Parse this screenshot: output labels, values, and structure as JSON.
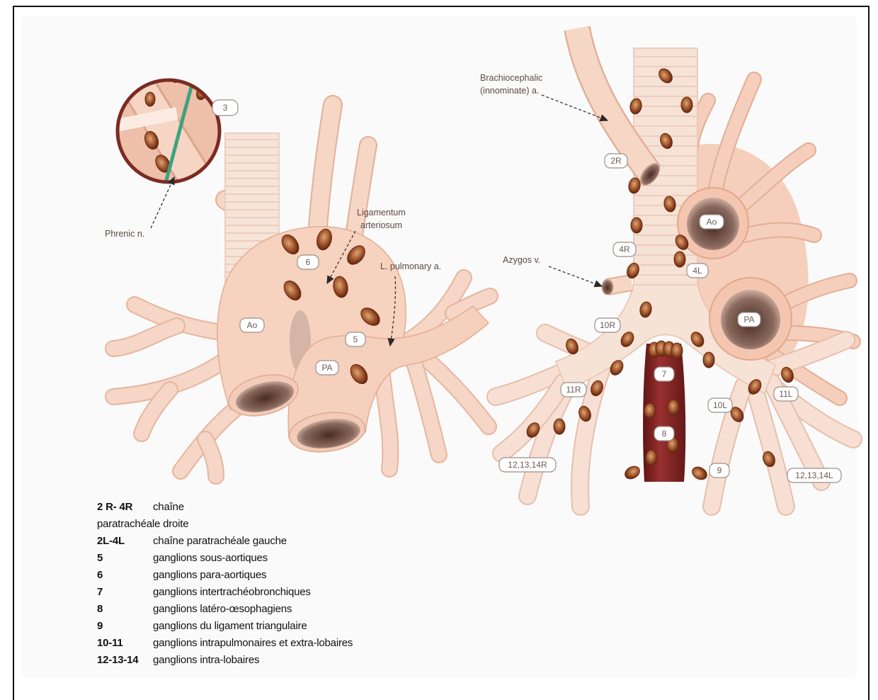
{
  "left_diagram": {
    "inset_station": "3",
    "phrenic_label": "Phrenic n.",
    "ligamentum_label": {
      "line1": "Ligamentum",
      "line2": "arteriosum"
    },
    "pulmonary_label": "L. pulmonary a.",
    "stations": {
      "s6": "6",
      "ao": "Ao",
      "s5": "5",
      "pa": "PA"
    }
  },
  "right_diagram": {
    "brachiocephalic_label": {
      "line1": "Brachiocephalic",
      "line2": "(innominate) a."
    },
    "azygos_label": "Azygos v.",
    "stations": {
      "s2r": "2R",
      "ao": "Ao",
      "s4r": "4R",
      "s4l": "4L",
      "pa": "PA",
      "s10r": "10R",
      "s7": "7",
      "s11r": "11R",
      "s10l": "10L",
      "s11l": "11L",
      "s8": "8",
      "s9": "9",
      "s12_14r": "12,13,14R",
      "s12_14l": "12,13,14L"
    }
  },
  "legend": [
    {
      "code": "2 R- 4R",
      "text": "chaîne"
    },
    {
      "text": "paratrachéale droite"
    },
    {
      "code": "2L-4L",
      "text": "chaîne paratrachéale gauche"
    },
    {
      "code": "5",
      "text": "ganglions sous-aortiques"
    },
    {
      "code": "6",
      "text": "ganglions para-aortiques"
    },
    {
      "code": "7",
      "text": "ganglions intertrachéobronchiques"
    },
    {
      "code": "8",
      "text": "ganglions latéro-œsophagiens"
    },
    {
      "code": "9",
      "text": "ganglions du ligament triangulaire"
    },
    {
      "code": "10-11",
      "text": "ganglions intrapulmonaires et extra-lobaires"
    },
    {
      "code": "12-13-14",
      "text": "ganglions intra-lobaires"
    }
  ],
  "colors": {
    "tissue": "#f6d4c2",
    "tissue_edge": "#e4ad94",
    "node_edge": "#6a2a12",
    "esophagus": "#7d1f1f",
    "inset_border": "#7b2b22",
    "phrenic_nerve": "#3aa37f"
  }
}
